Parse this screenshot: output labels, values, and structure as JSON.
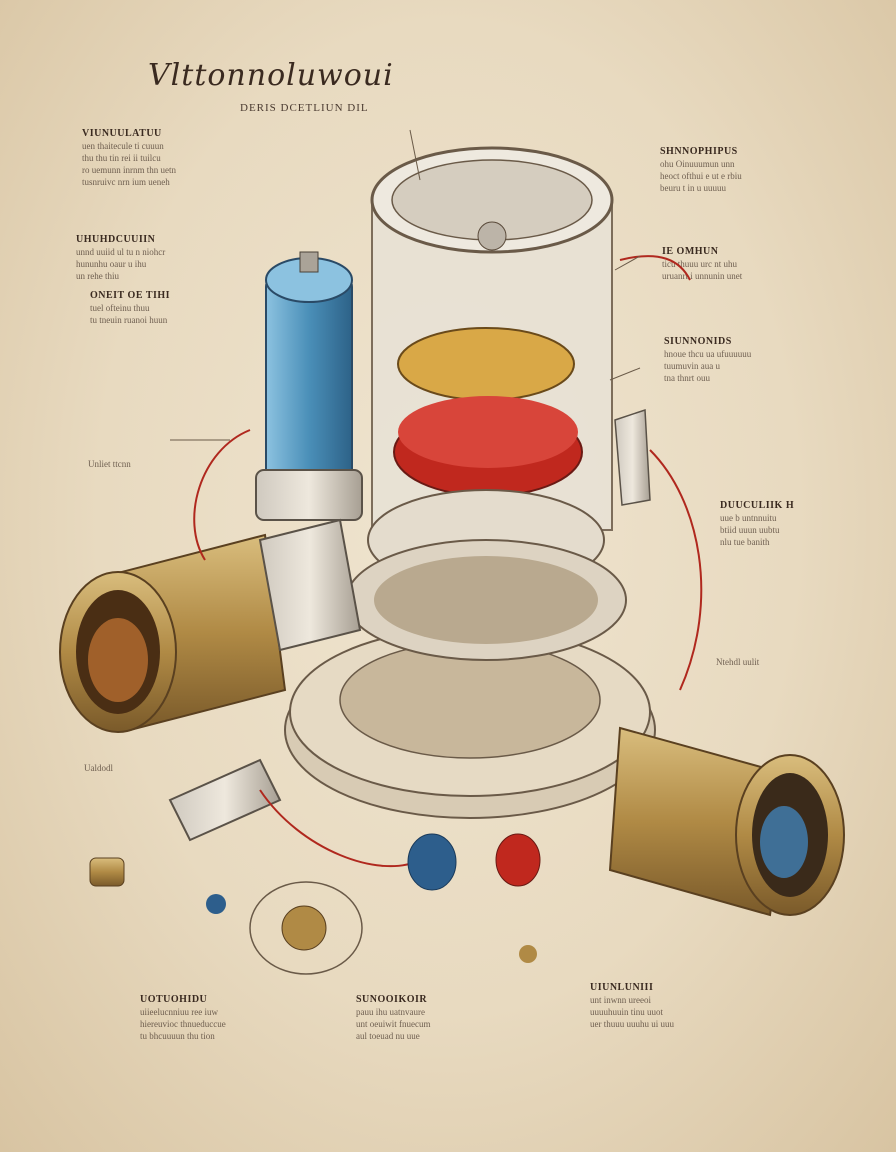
{
  "title": "Vlttonnoluwoui",
  "subtitle": "DERIS DCETLIUN DIL",
  "colors": {
    "paper": "#e9dcc4",
    "ink": "#3a2a20",
    "brass": "#b08a45",
    "glass_blue": "#4a8fb8",
    "red": "#c0281e"
  },
  "labels": [
    {
      "head": "VIUNUULATUU",
      "lines": [
        "uen thaitecule ti cuuun",
        "thu thu tin rei ii tuilcu",
        "ro uemunn inrnm thn uetn",
        "tusnruivc nrn ium ueneh"
      ]
    },
    {
      "head": "UHUHDCUUIIN",
      "lines": [
        "unnd uuiid ul tu n niohcr",
        "hununhu oaur u ihu",
        "un rehe thiu"
      ]
    },
    {
      "head": "ONEIT OE TIHI",
      "lines": [
        "tuel ofteinu thuu",
        "tu tneuin ruanoi huun"
      ]
    },
    {
      "head": "SHNNOPHIPUS",
      "lines": [
        "ohu Oinuuumun unn",
        "heoct ofthui e ut e rbiu",
        "beuru t in u uuuuu"
      ]
    },
    {
      "head": "IE OMHUN",
      "lines": [
        "ticu thuuu urc nt uhu",
        "uruanrt i unnunin unet"
      ]
    },
    {
      "head": "SIUNNONIDS",
      "lines": [
        "hnoue thcu ua ufuuuuuu",
        "tuumuvin aua u",
        "tna thnrt ouu"
      ]
    },
    {
      "head": "DUUCULIIK H",
      "lines": [
        "uue b untnnuitu",
        "btiid uuun uubtu",
        "nlu tue banith"
      ]
    },
    {
      "head": "UOTUOHIDU",
      "lines": [
        "uiieelucnniuu ree iuw",
        "hiereuvioc thnueduccue",
        "tu bhcuuuun thu tion"
      ]
    },
    {
      "head": "SUNOOIKOIR",
      "lines": [
        "pauu ihu uatnvaure",
        "unt oeuiwit fnuecum",
        "aul toeuad nu uue"
      ]
    },
    {
      "head": "UIUNLUNIII",
      "lines": [
        "unt inwnn ureeoi",
        "uuuuhuuin tinu uuot",
        "uer thuuu uuuhu ui uuu"
      ]
    }
  ],
  "side_notes": [
    "Ualdodl",
    "Unliet ttcnn",
    "Ntehdl uulit"
  ]
}
